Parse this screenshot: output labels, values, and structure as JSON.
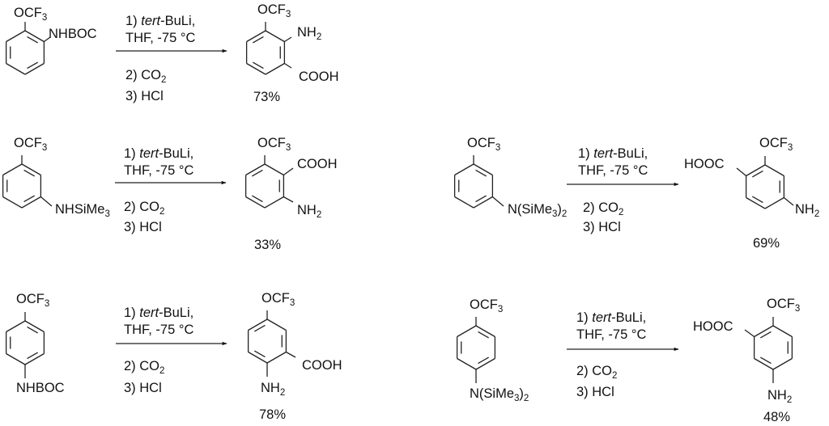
{
  "title": "Ortho-lithiation / carboxylation of (trifluoromethoxy)anilines",
  "conditions": {
    "step1_reagent": "tert",
    "step1_reagent_rest": "-BuLi,",
    "step1_solvent": "THF, -75 °C",
    "step2": "2) CO",
    "step2_sub": "2",
    "step3": "3) HCl",
    "step1_prefix": "1) "
  },
  "reactions": [
    {
      "id": "r1",
      "substrate": {
        "substituent_top": "OCF",
        "sub_top": "3",
        "substituent_n": "NHBOC"
      },
      "product": {
        "sub_a": "OCF",
        "sub_a_n": "3",
        "sub_b": "NH",
        "sub_b_n": "2",
        "sub_c": "COOH"
      },
      "yield": "73%"
    },
    {
      "id": "r2",
      "substrate": {
        "substituent_top": "OCF",
        "sub_top": "3",
        "substituent_n": "NHSiMe",
        "substituent_n_sub": "3"
      },
      "product": {
        "sub_a": "OCF",
        "sub_a_n": "3",
        "sub_b": "COOH",
        "sub_c": "NH",
        "sub_c_n": "2"
      },
      "yield": "33%"
    },
    {
      "id": "r3",
      "substrate": {
        "substituent_top": "OCF",
        "sub_top": "3",
        "substituent_n": "N(SiMe",
        "substituent_n_sub": "3",
        "substituent_n_close": ")",
        "substituent_n_sub2": "2"
      },
      "product": {
        "sub_a": "OCF",
        "sub_a_n": "3",
        "sub_b": "HOOC",
        "sub_c": "NH",
        "sub_c_n": "2"
      },
      "yield": "69%"
    },
    {
      "id": "r4",
      "substrate": {
        "substituent_top": "OCF",
        "sub_top": "3",
        "substituent_n": "NHBOC"
      },
      "product": {
        "sub_a": "OCF",
        "sub_a_n": "3",
        "sub_b": "COOH",
        "sub_c": "NH",
        "sub_c_n": "2"
      },
      "yield": "78%"
    },
    {
      "id": "r5",
      "substrate": {
        "substituent_top": "OCF",
        "sub_top": "3",
        "substituent_n": "N(SiMe",
        "substituent_n_sub": "3",
        "substituent_n_close": ")",
        "substituent_n_sub2": "2"
      },
      "product": {
        "sub_a": "OCF",
        "sub_a_n": "3",
        "sub_b": "HOOC",
        "sub_c": "NH",
        "sub_c_n": "2"
      },
      "yield": "48%"
    }
  ]
}
